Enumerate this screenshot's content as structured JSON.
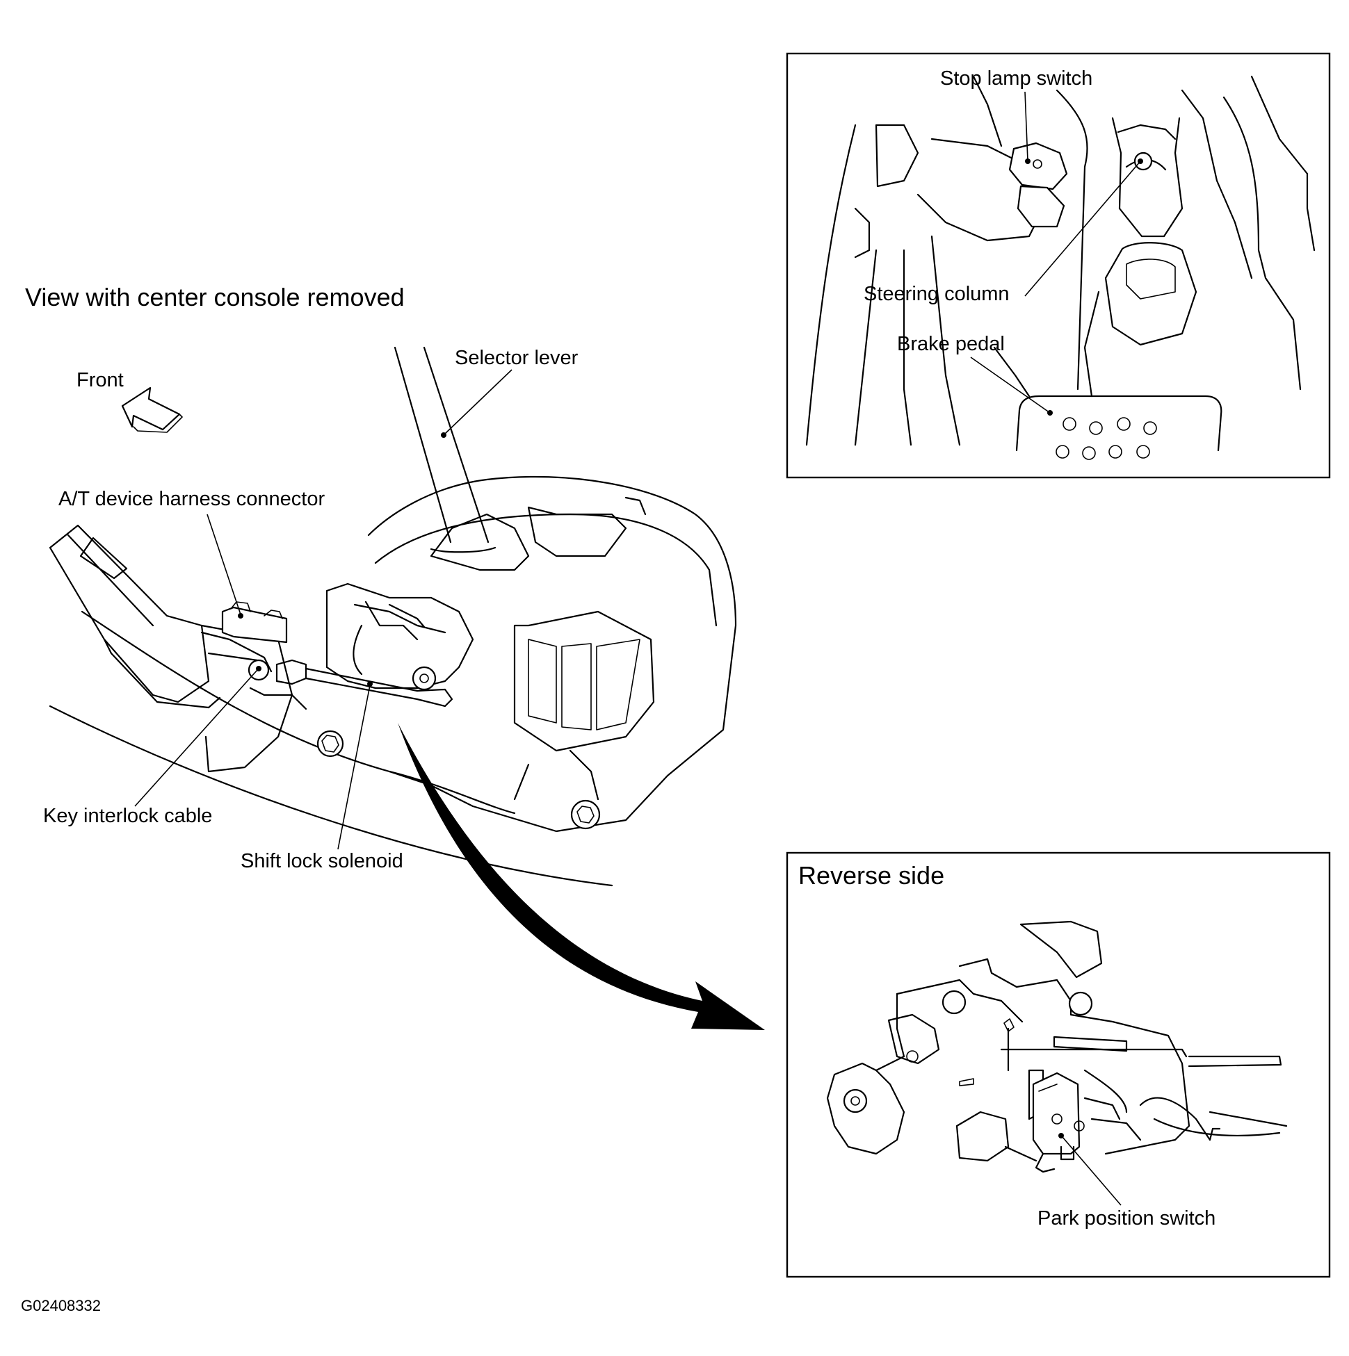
{
  "labels": {
    "view_title": "View with center console removed",
    "front": "Front",
    "selector_lever": "Selector lever",
    "at_harness": "A/T device harness connector",
    "key_interlock": "Key interlock cable",
    "shift_lock": "Shift lock solenoid",
    "stop_lamp": "Stop lamp switch",
    "steering_column": "Steering column",
    "brake_pedal": "Brake pedal",
    "reverse_side": "Reverse side",
    "park_position": "Park position switch",
    "figure_id": "G02408332"
  }
}
